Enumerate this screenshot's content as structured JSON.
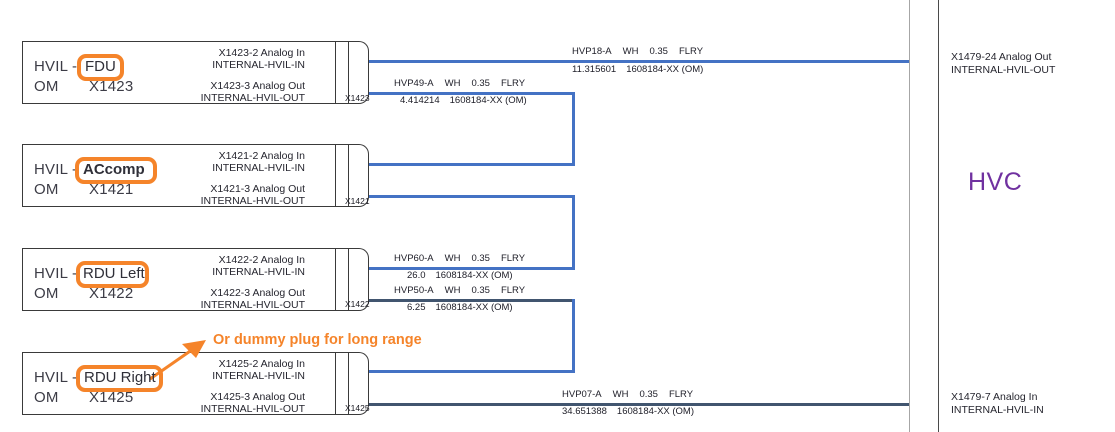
{
  "diagram": {
    "title_right": "HVC",
    "annotation": {
      "text": "Or dummy plug for long range",
      "color": "#F5842A"
    },
    "highlight_color": "#F5842A",
    "wire_color": "#4472c4",
    "components": [
      {
        "lead_label": "HVIL -",
        "name": "FDU",
        "name_bold": false,
        "om_label": "OM",
        "part_number": "X1423",
        "connector_id": "X1423",
        "pins": [
          {
            "line1": "X1423-2 Analog In",
            "line2": "INTERNAL-HVIL-IN"
          },
          {
            "line1": "X1423-3 Analog Out",
            "line2": "INTERNAL-HVIL-OUT"
          }
        ]
      },
      {
        "lead_label": "HVIL -",
        "name": "ACcomp",
        "name_bold": true,
        "om_label": "OM",
        "part_number": "X1421",
        "connector_id": "X1421",
        "pins": [
          {
            "line1": "X1421-2 Analog In",
            "line2": "INTERNAL-HVIL-IN"
          },
          {
            "line1": "X1421-3 Analog Out",
            "line2": "INTERNAL-HVIL-OUT"
          }
        ]
      },
      {
        "lead_label": "HVIL -",
        "name": "RDU Left",
        "name_bold": false,
        "om_label": "OM",
        "part_number": "X1422",
        "connector_id": "X1422",
        "pins": [
          {
            "line1": "X1422-2 Analog In",
            "line2": "INTERNAL-HVIL-IN"
          },
          {
            "line1": "X1422-3 Analog Out",
            "line2": "INTERNAL-HVIL-OUT"
          }
        ]
      },
      {
        "lead_label": "HVIL -",
        "name": "RDU Right",
        "name_bold": false,
        "om_label": "OM",
        "part_number": "X1425",
        "connector_id": "X1425",
        "pins": [
          {
            "line1": "X1425-2 Analog In",
            "line2": "INTERNAL-HVIL-IN"
          },
          {
            "line1": "X1425-3 Analog Out",
            "line2": "INTERNAL-HVIL-OUT"
          }
        ]
      }
    ],
    "wires": [
      {
        "id": "HVP18-A",
        "color_code": "WH",
        "gauge": "0.35",
        "material": "FLRY",
        "length": "11.315601",
        "part": "1608184-XX (OM)"
      },
      {
        "id": "HVP49-A",
        "color_code": "WH",
        "gauge": "0.35",
        "material": "FLRY",
        "length": "4.414214",
        "part": "1608184-XX (OM)"
      },
      {
        "id": "HVP60-A",
        "color_code": "WH",
        "gauge": "0.35",
        "material": "FLRY",
        "length": "26.0",
        "part": "1608184-XX (OM)"
      },
      {
        "id": "HVP50-A",
        "color_code": "WH",
        "gauge": "0.35",
        "material": "FLRY",
        "length": "6.25",
        "part": "1608184-XX (OM)"
      },
      {
        "id": "HVP07-A",
        "color_code": "WH",
        "gauge": "0.35",
        "material": "FLRY",
        "length": "34.651388",
        "part": "1608184-XX (OM)"
      }
    ],
    "ecu_pins": [
      {
        "line1": "X1479-24 Analog Out",
        "line2": "INTERNAL-HVIL-OUT"
      },
      {
        "line1": "X1479-7 Analog In",
        "line2": "INTERNAL-HVIL-IN"
      }
    ]
  }
}
